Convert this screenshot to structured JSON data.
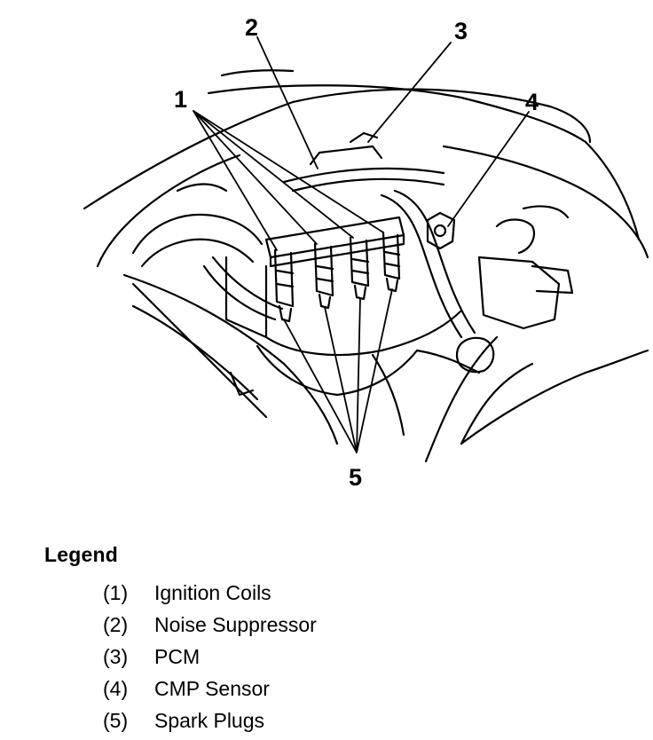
{
  "diagram": {
    "callouts": [
      "1",
      "2",
      "3",
      "4",
      "5"
    ]
  },
  "legend": {
    "title": "Legend",
    "items": [
      {
        "code": "(1)",
        "label": "Ignition Coils"
      },
      {
        "code": "(2)",
        "label": "Noise Suppressor"
      },
      {
        "code": "(3)",
        "label": "PCM"
      },
      {
        "code": "(4)",
        "label": "CMP Sensor"
      },
      {
        "code": "(5)",
        "label": "Spark Plugs"
      }
    ]
  }
}
